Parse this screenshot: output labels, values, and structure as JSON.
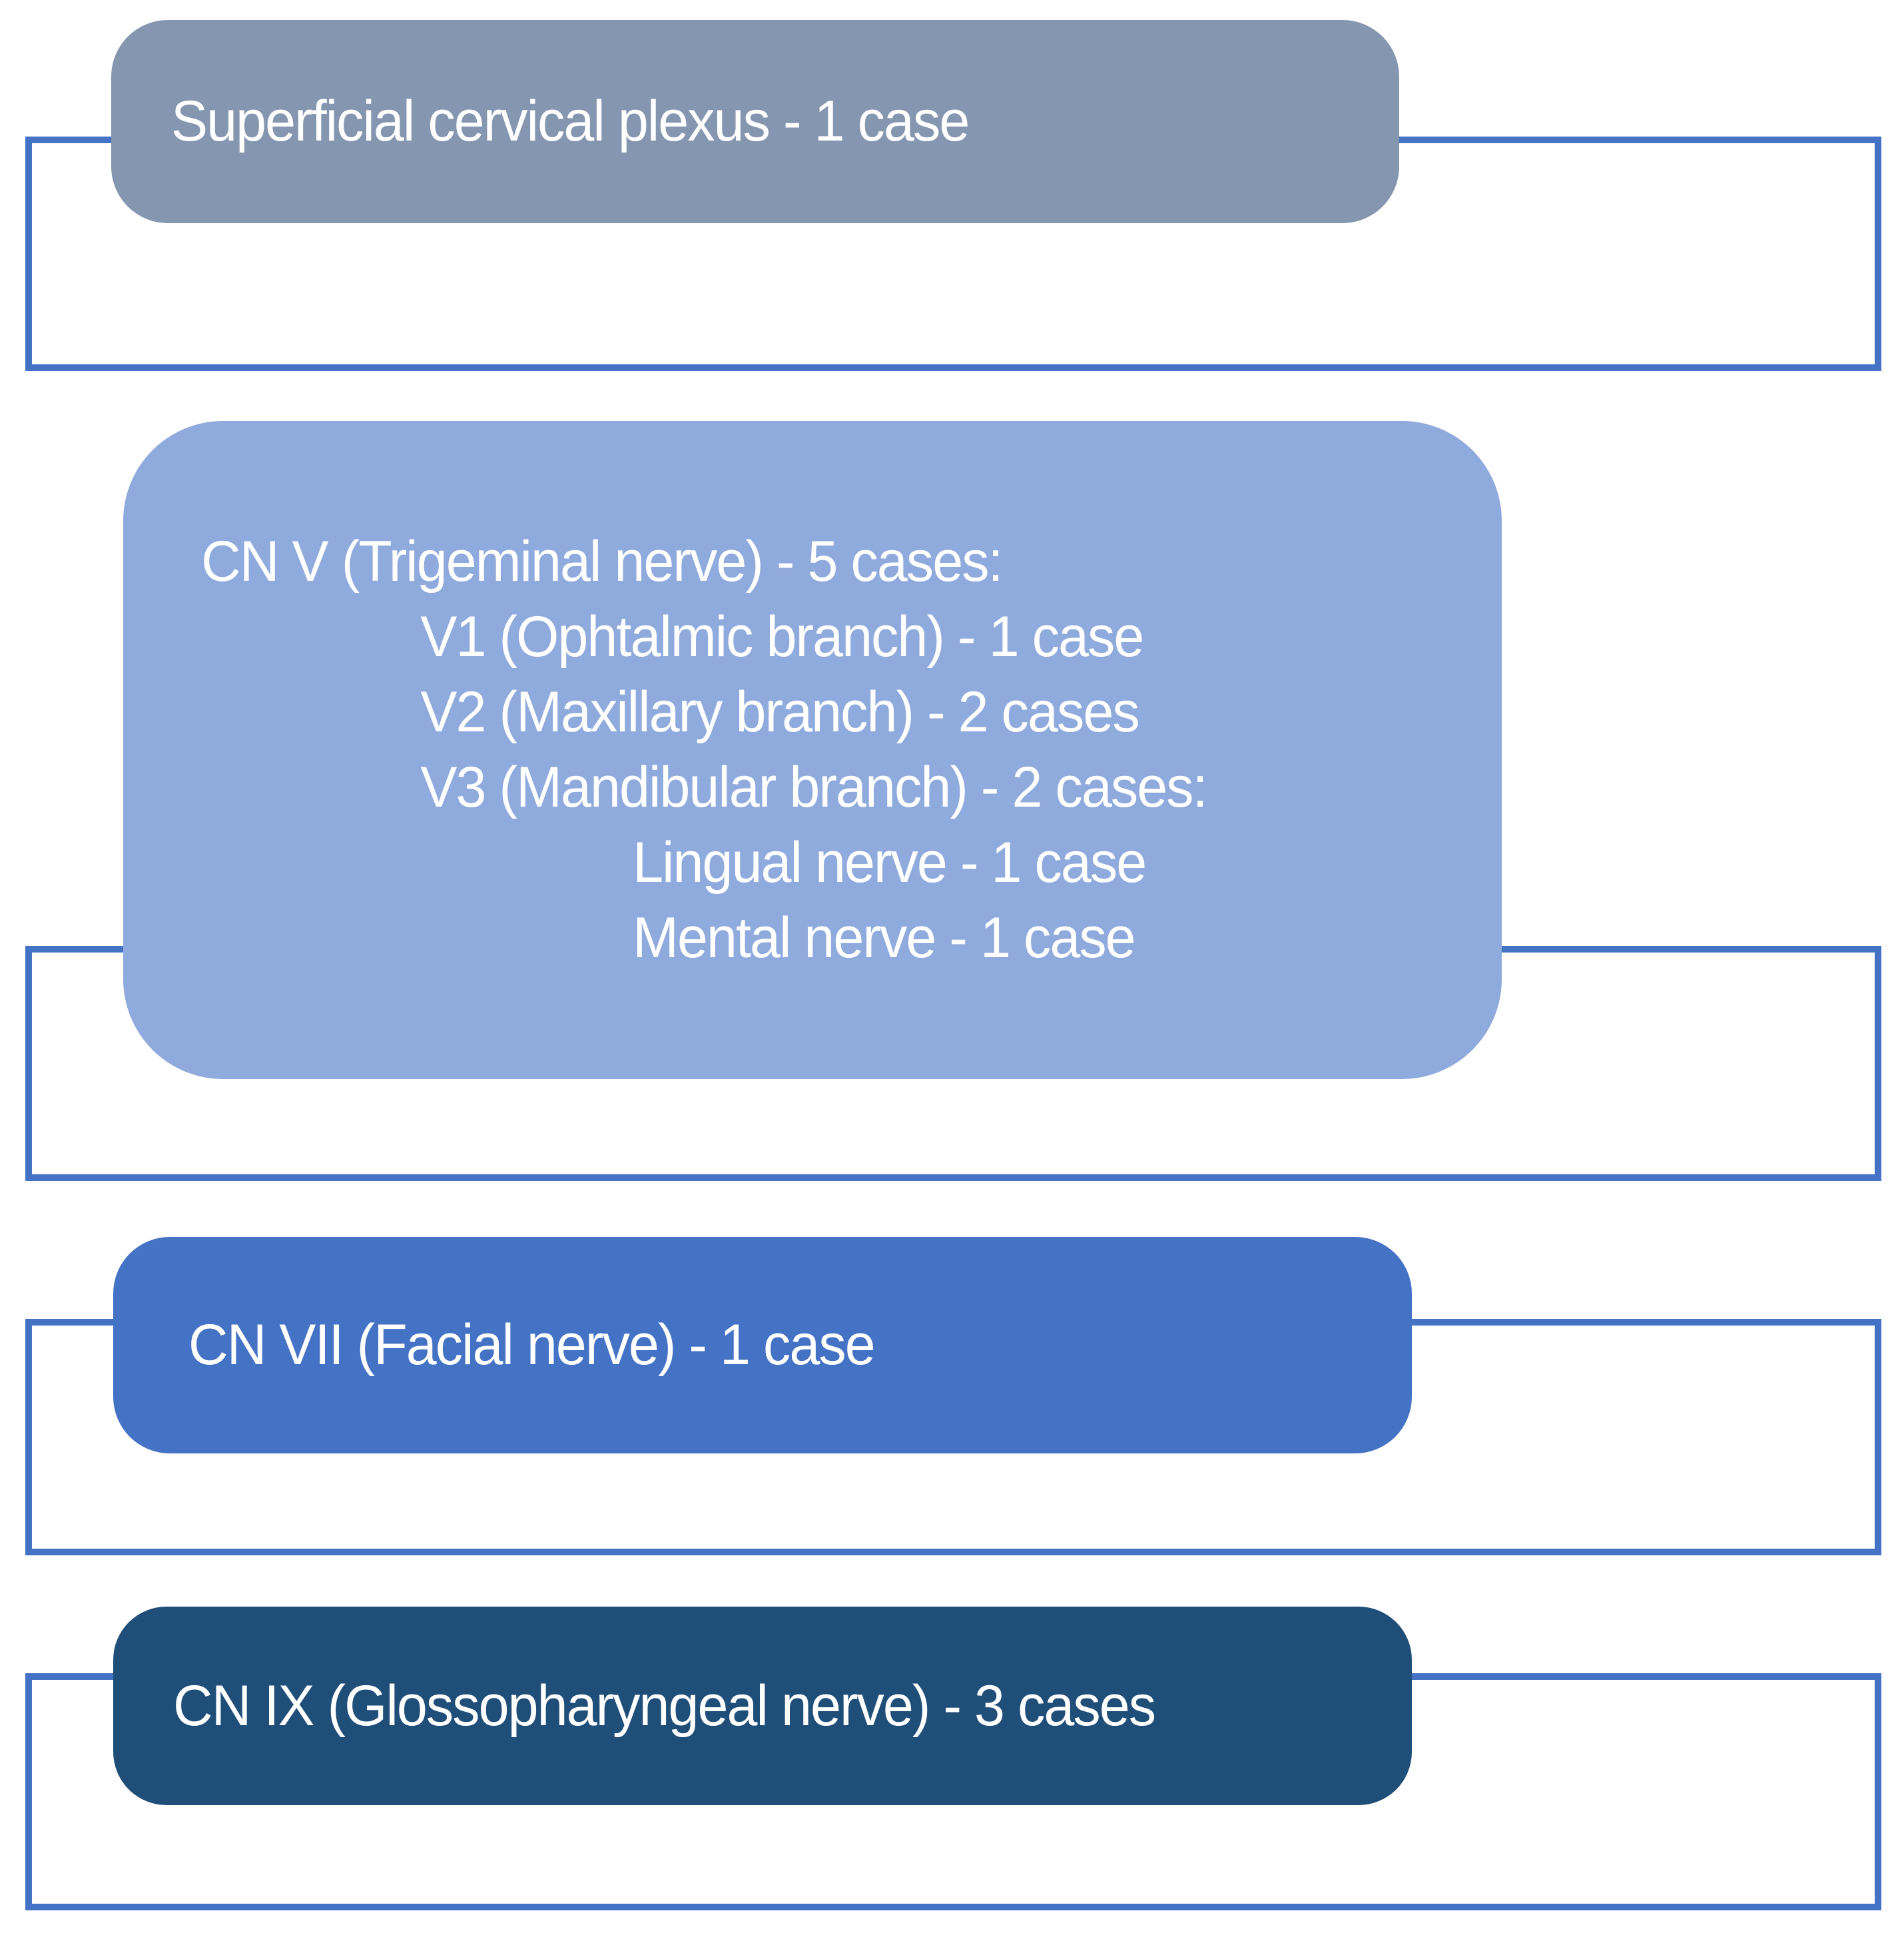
{
  "diagram": {
    "title_hint": "Nerve block cases list",
    "rows": [
      {
        "id": "superficial-cervical-plexus",
        "label": "Superficial cervical plexus - 1 case"
      },
      {
        "id": "cn-v",
        "lines": [
          "CN V (Trigeminal nerve) - 5 cases:",
          "V1 (Ophtalmic branch) - 1 case",
          "V2 (Maxillary branch) - 2 cases",
          "V3 (Mandibular branch) - 2 cases:",
          "Lingual nerve - 1 case",
          "Mental nerve - 1 case"
        ]
      },
      {
        "id": "cn-vii",
        "label": "CN VII (Facial nerve) - 1 case"
      },
      {
        "id": "cn-ix",
        "label": "CN IX (Glossopharyngeal nerve) - 3 cases"
      }
    ]
  },
  "colors": {
    "outline": "#4472C4",
    "gray": "#8496B0",
    "light": "#8FAADC",
    "medium": "#4472C4",
    "dark": "#1F4E79",
    "text": "#FFFFFF",
    "background": "#FFFFFF"
  }
}
